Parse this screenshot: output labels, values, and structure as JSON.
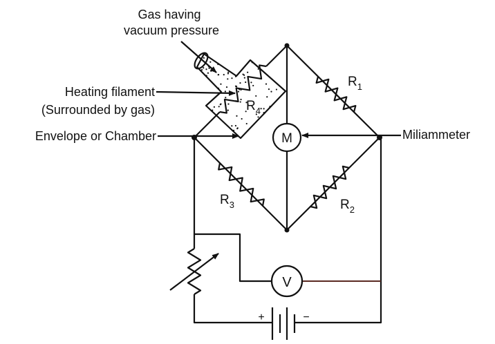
{
  "labels": {
    "gas_line1": "Gas having",
    "gas_line2": "vacuum pressure",
    "filament_line1": "Heating filament",
    "filament_line2": "(Surrounded by gas)",
    "envelope": "Envelope or Chamber",
    "milliammeter": "Miliammeter"
  },
  "components": {
    "r1": {
      "main": "R",
      "sub": "1"
    },
    "r2": {
      "main": "R",
      "sub": "2"
    },
    "r3": {
      "main": "R",
      "sub": "3"
    },
    "r4": {
      "main": "R",
      "sub": "4"
    },
    "meter_m": "M",
    "meter_v": "V",
    "battery_plus": "+",
    "battery_minus": "−"
  }
}
